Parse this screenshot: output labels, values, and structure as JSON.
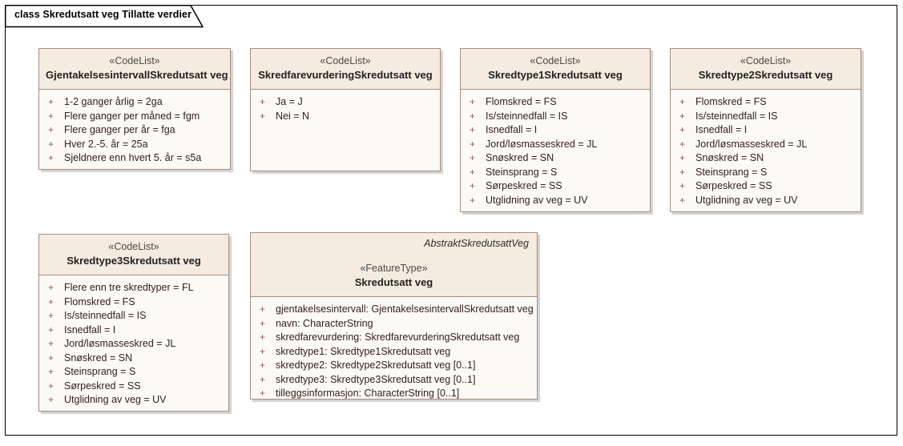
{
  "frame": {
    "title": "class Skredutsatt veg Tillatte verdier"
  },
  "visibility_symbol": "+",
  "classes": [
    {
      "id": "gjentakelsesintervall",
      "stereotype": "«CodeList»",
      "name": "GjentakelsesintervallSkredutsatt veg",
      "abstract_name": "",
      "attributes": [
        "1-2 ganger årlig = 2ga",
        "Flere ganger per måned = fgm",
        "Flere ganger per år = fga",
        "Hver 2.-5. år = 25a",
        "Sjeldnere enn hvert 5. år = s5a"
      ]
    },
    {
      "id": "skredfarevurdering",
      "stereotype": "«CodeList»",
      "name": "SkredfarevurderingSkredutsatt veg",
      "abstract_name": "",
      "attributes": [
        "Ja = J",
        "Nei = N"
      ]
    },
    {
      "id": "skredtype1",
      "stereotype": "«CodeList»",
      "name": "Skredtype1Skredutsatt veg",
      "abstract_name": "",
      "attributes": [
        "Flomskred = FS",
        "Is/steinnedfall = IS",
        "Isnedfall = I",
        "Jord/løsmasseskred = JL",
        "Snøskred = SN",
        "Steinsprang = S",
        "Sørpeskred = SS",
        "Utglidning av veg = UV"
      ]
    },
    {
      "id": "skredtype2",
      "stereotype": "«CodeList»",
      "name": "Skredtype2Skredutsatt veg",
      "abstract_name": "",
      "attributes": [
        "Flomskred = FS",
        "Is/steinnedfall = IS",
        "Isnedfall = I",
        "Jord/løsmasseskred = JL",
        "Snøskred = SN",
        "Steinsprang = S",
        "Sørpeskred = SS",
        "Utglidning av veg = UV"
      ]
    },
    {
      "id": "skredtype3",
      "stereotype": "«CodeList»",
      "name": "Skredtype3Skredutsatt veg",
      "abstract_name": "",
      "attributes": [
        "Flere enn tre skredtyper = FL",
        "Flomskred = FS",
        "Is/steinnedfall = IS",
        "Isnedfall = I",
        "Jord/løsmasseskred = JL",
        "Snøskred = SN",
        "Steinsprang = S",
        "Sørpeskred = SS",
        "Utglidning av veg = UV"
      ]
    },
    {
      "id": "skredutsatt-veg",
      "stereotype": "«FeatureType»",
      "name": "Skredutsatt veg",
      "abstract_name": "AbstraktSkredutsattVeg",
      "attributes": [
        "gjentakelsesintervall: GjentakelsesintervallSkredutsatt veg",
        "navn: CharacterString",
        "skredfarevurdering: SkredfarevurderingSkredutsatt veg",
        "skredtype1: Skredtype1Skredutsatt veg",
        "skredtype2: Skredtype2Skredutsatt veg [0..1]",
        "skredtype3: Skredtype3Skredutsatt veg [0..1]",
        "tilleggsinformasjon: CharacterString [0..1]"
      ]
    }
  ],
  "colors": {
    "box_border": "#A88C7D",
    "header_fill": "#F5EBE1",
    "body_fill": "#FDFAF6",
    "attr_text": "#332018",
    "visibility": "#8B5E4A",
    "frame_border": "#000000"
  }
}
